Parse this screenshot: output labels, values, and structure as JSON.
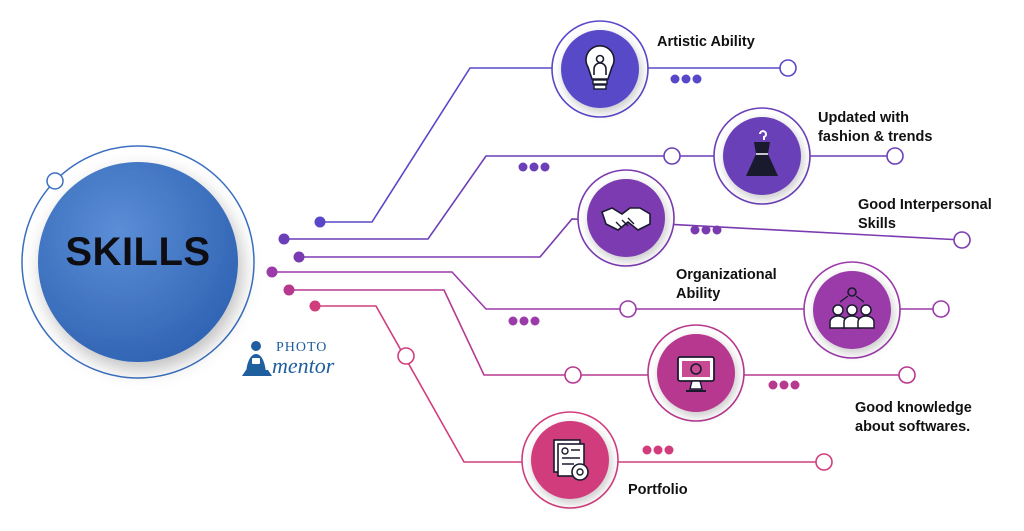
{
  "hub": {
    "title": "SKILLS"
  },
  "logo": {
    "line1": "PHOTO",
    "line2": "mentor"
  },
  "skills": [
    {
      "label_lines": [
        "Artistic Ability"
      ],
      "icon": "lightbulb-person-icon",
      "color": "#5848c9"
    },
    {
      "label_lines": [
        "Updated with",
        "fashion & trends"
      ],
      "icon": "dress-icon",
      "color": "#6a3fb8"
    },
    {
      "label_lines": [
        "Good Interpersonal",
        "Skills"
      ],
      "icon": "handshake-icon",
      "color": "#7b3bb0"
    },
    {
      "label_lines": [
        "Organizational",
        "Ability"
      ],
      "icon": "team-icon",
      "color": "#9b3aa9"
    },
    {
      "label_lines": [
        "Good knowledge",
        "about softwares."
      ],
      "icon": "monitor-icon",
      "color": "#b6388f"
    },
    {
      "label_lines": [
        "Portfolio"
      ],
      "icon": "portfolio-icon",
      "color": "#d13d7c"
    }
  ]
}
